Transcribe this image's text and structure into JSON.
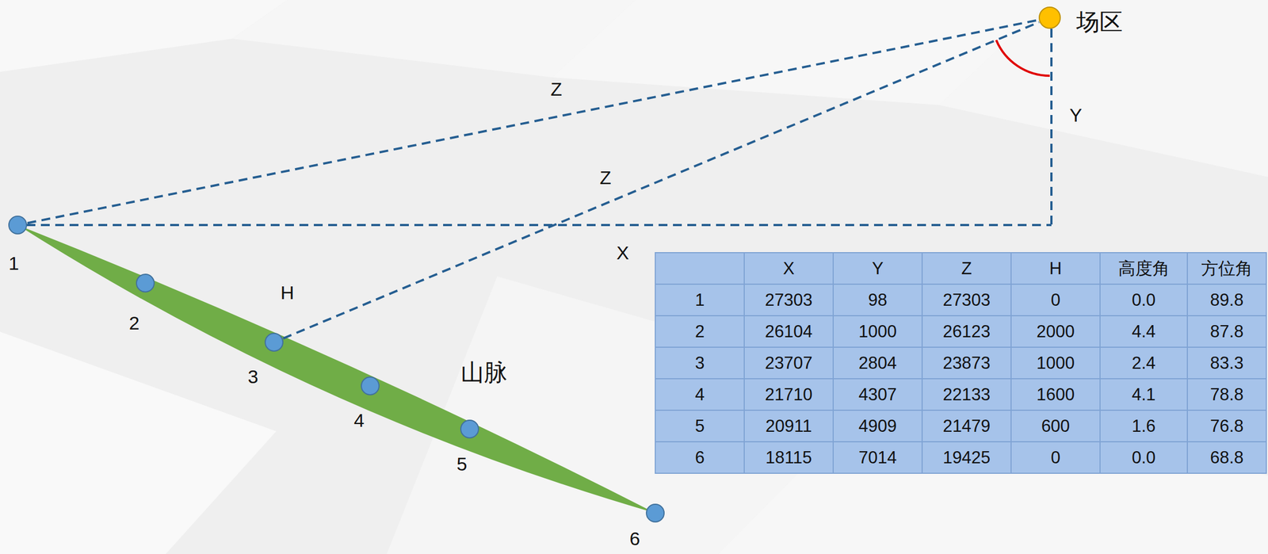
{
  "diagram": {
    "nodes": [
      {
        "text": [
          "1"
        ]
      },
      {
        "text": [
          "2"
        ]
      },
      {
        "text": [
          "3"
        ]
      },
      {
        "text": [
          "4"
        ]
      },
      {
        "text": [
          "5"
        ]
      },
      {
        "text": [
          "6"
        ]
      },
      {
        "text": [
          "场区"
        ]
      }
    ],
    "edges": [
      {
        "from": 0,
        "to": 6,
        "arrow": "none",
        "label": "Z"
      },
      {
        "from": 2,
        "to": 6,
        "arrow": "none",
        "label": "Z"
      }
    ],
    "labels": [
      "X",
      "Y",
      "H",
      "山脉",
      "X",
      "Y",
      "Z",
      "H",
      "高度角",
      "方位角",
      "1",
      "27303",
      "98",
      "27303",
      "0",
      "0.0",
      "89.8",
      "2",
      "26104",
      "1000",
      "26123",
      "2000",
      "4.4",
      "87.8",
      "3",
      "23707",
      "2804",
      "23873",
      "1000",
      "2.4",
      "83.3",
      "4",
      "21710",
      "4307",
      "22133",
      "1600",
      "4.1",
      "78.8",
      "5",
      "20911",
      "4909",
      "21479",
      "600",
      "1.6",
      "76.8",
      "6",
      "18115",
      "7014",
      "19425",
      "0",
      "0.0",
      "68.8"
    ]
  }
}
